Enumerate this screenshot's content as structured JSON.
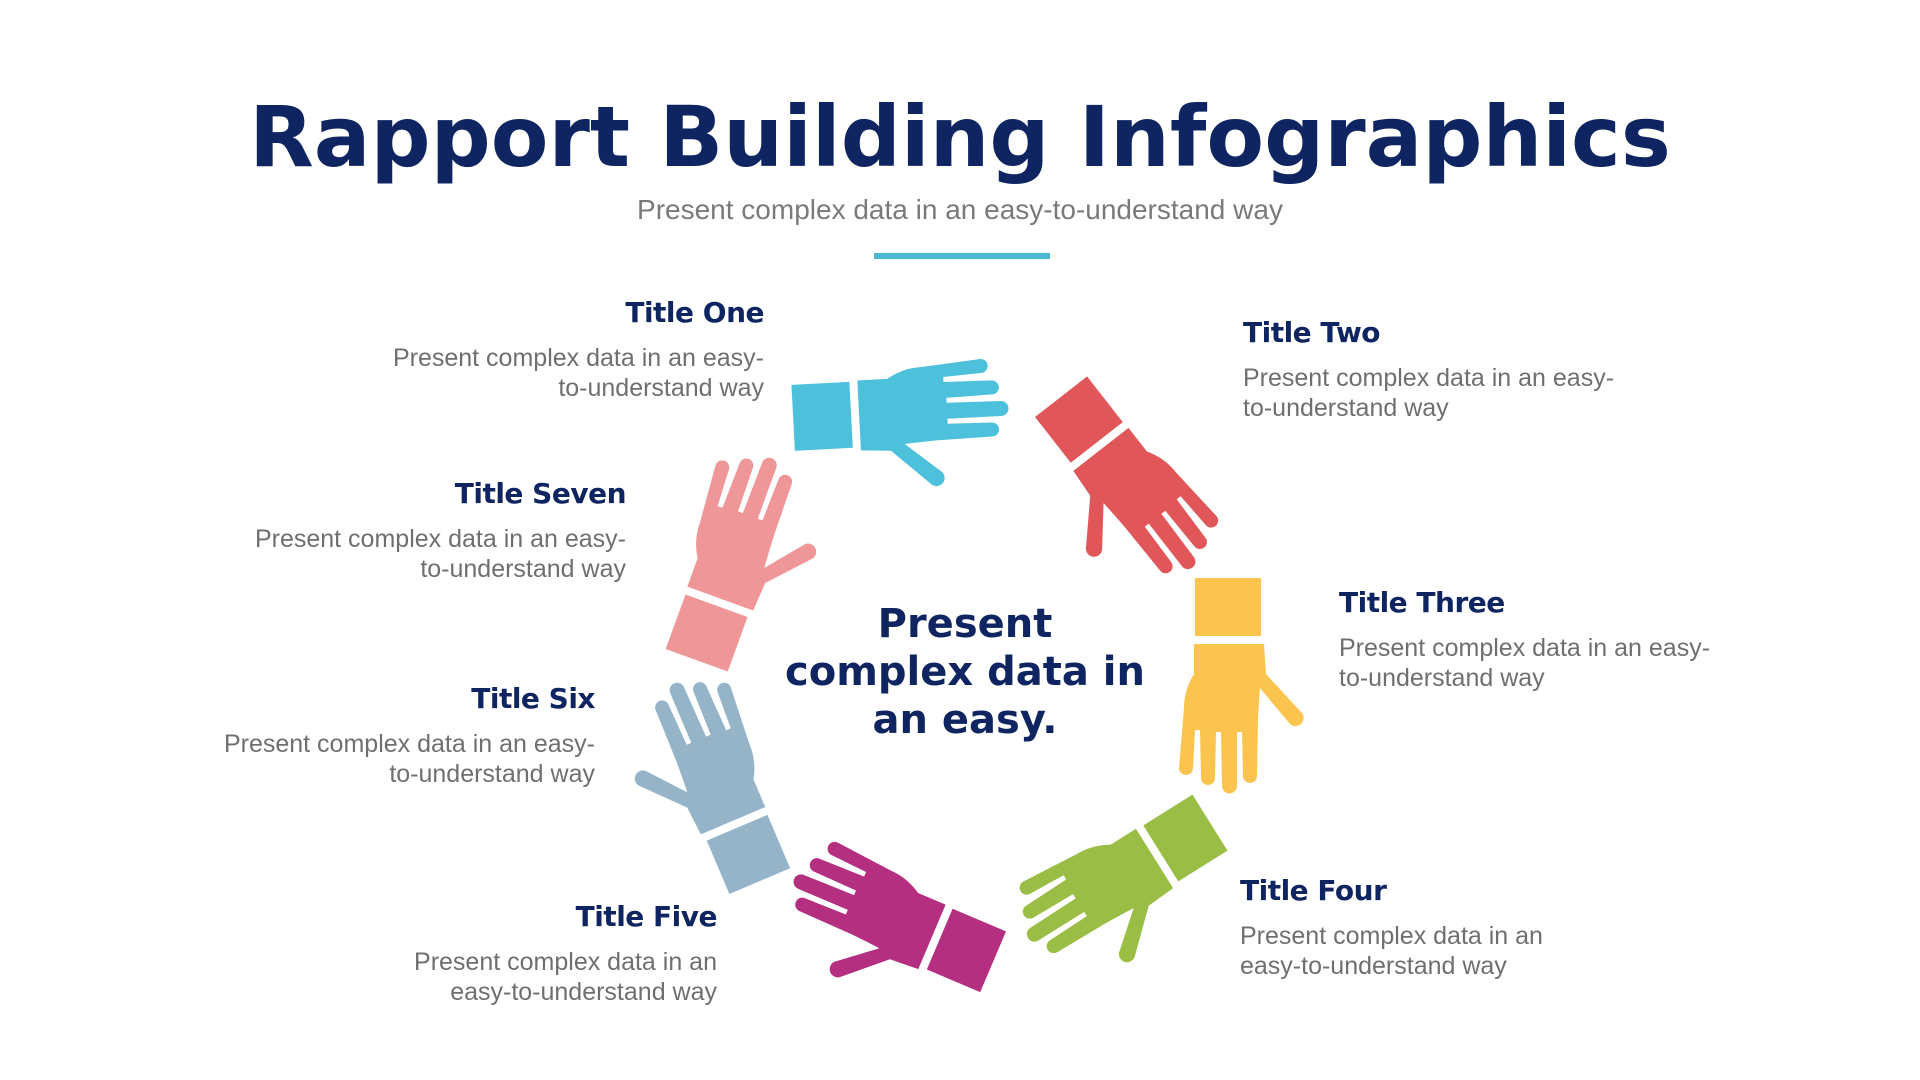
{
  "header": {
    "title": "Rapport Building Infographics",
    "subtitle": "Present complex data in an easy-to-understand way",
    "accent_color": "#4ab9cf"
  },
  "center": {
    "text": "Present complex data in an easy."
  },
  "items": [
    {
      "title": "Title One",
      "desc": "Present complex data in an easy-\nto-understand way",
      "hand_color": "#4dc0dc",
      "hand_icon": "hand-icon"
    },
    {
      "title": "Title Two",
      "desc": "Present complex data in an easy-\nto-understand way",
      "hand_color": "#e15759",
      "hand_icon": "hand-icon"
    },
    {
      "title": "Title Three",
      "desc": "Present complex data in an easy-\nto-understand way",
      "hand_color": "#fbc44f",
      "hand_icon": "hand-icon"
    },
    {
      "title": "Title Four",
      "desc": "Present complex data in an\neasy-to-understand way",
      "hand_color": "#9abd45",
      "hand_icon": "hand-icon"
    },
    {
      "title": "Title Five",
      "desc": "Present complex data in an\neasy-to-understand way",
      "hand_color": "#b42f80",
      "hand_icon": "hand-icon"
    },
    {
      "title": "Title Six",
      "desc": "Present complex data in an easy-\nto-understand way",
      "hand_color": "#95b4c8",
      "hand_icon": "hand-icon"
    },
    {
      "title": "Title Seven",
      "desc": "Present complex data in an easy-\nto-understand way",
      "hand_color": "#ef9698",
      "hand_icon": "hand-icon"
    }
  ],
  "colors": {
    "title": "#0f2561",
    "body_text": "#6f6f6f",
    "background": "#ffffff"
  }
}
